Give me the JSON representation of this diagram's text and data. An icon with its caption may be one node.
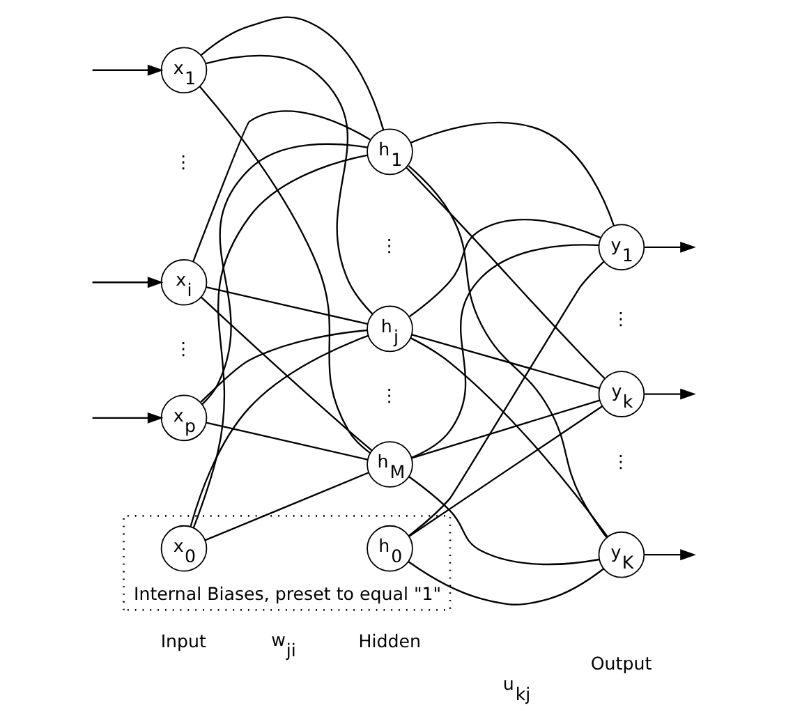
{
  "diagram": {
    "nodes": [
      {
        "text": [
          "Internal Biases, preset to equal \"1\""
        ]
      },
      {
        "text": [
          "x$_{0}$"
        ],
        "in": 0
      },
      {
        "text": [
          "h$_{0}$"
        ],
        "in": 0
      },
      {
        "text": [
          "x$_{1}$"
        ]
      },
      {
        "text": [
          "x$_{i}$"
        ]
      },
      {
        "text": [
          "x$_{p}$"
        ]
      },
      {
        "text": [
          "h$_{1}$"
        ]
      },
      {
        "text": [
          "h$_{j}$"
        ]
      },
      {
        "text": [
          "h$_{M}$"
        ]
      },
      {
        "text": [
          "y$_{1}$"
        ]
      },
      {
        "text": [
          "y$_{k}$"
        ]
      },
      {
        "text": [
          "y$_{K}$"
        ]
      }
    ],
    "edges": [
      {
        "from": null,
        "to": 3,
        "arrow": "to"
      },
      {
        "from": null,
        "to": 4,
        "arrow": "to"
      },
      {
        "from": null,
        "to": 5,
        "arrow": "to"
      },
      {
        "from": 1,
        "to": 6,
        "arrow": "none"
      },
      {
        "from": 1,
        "to": 7,
        "arrow": "none"
      },
      {
        "from": 1,
        "to": 8,
        "arrow": "none"
      },
      {
        "from": 3,
        "to": 6,
        "arrow": "none"
      },
      {
        "from": 3,
        "to": 7,
        "arrow": "none"
      },
      {
        "from": 3,
        "to": 8,
        "arrow": "none"
      },
      {
        "from": 4,
        "to": 6,
        "arrow": "none"
      },
      {
        "from": 4,
        "to": 7,
        "arrow": "none"
      },
      {
        "from": 4,
        "to": 8,
        "arrow": "none"
      },
      {
        "from": 5,
        "to": 6,
        "arrow": "none"
      },
      {
        "from": 5,
        "to": 7,
        "arrow": "none"
      },
      {
        "from": 5,
        "to": 8,
        "arrow": "none"
      },
      {
        "from": 2,
        "to": 9,
        "arrow": "none"
      },
      {
        "from": 2,
        "to": 10,
        "arrow": "none"
      },
      {
        "from": 2,
        "to": 11,
        "arrow": "none"
      },
      {
        "from": 6,
        "to": 9,
        "arrow": "none"
      },
      {
        "from": 6,
        "to": 10,
        "arrow": "none"
      },
      {
        "from": 6,
        "to": 11,
        "arrow": "none"
      },
      {
        "from": 7,
        "to": 9,
        "arrow": "none"
      },
      {
        "from": 7,
        "to": 10,
        "arrow": "none"
      },
      {
        "from": 7,
        "to": 11,
        "arrow": "none"
      },
      {
        "from": 8,
        "to": 9,
        "arrow": "none"
      },
      {
        "from": 8,
        "to": 10,
        "arrow": "none"
      },
      {
        "from": 8,
        "to": 11,
        "arrow": "none"
      },
      {
        "from": 9,
        "to": null,
        "arrow": "to"
      },
      {
        "from": 10,
        "to": null,
        "arrow": "to"
      },
      {
        "from": 11,
        "to": null,
        "arrow": "to"
      }
    ],
    "labels": [
      "⋮",
      "⋮",
      "⋮",
      "⋮",
      "⋮",
      "⋮",
      "Input",
      "w$_{ji}$",
      "Hidden",
      "u$_{kj}$",
      "Output"
    ]
  }
}
